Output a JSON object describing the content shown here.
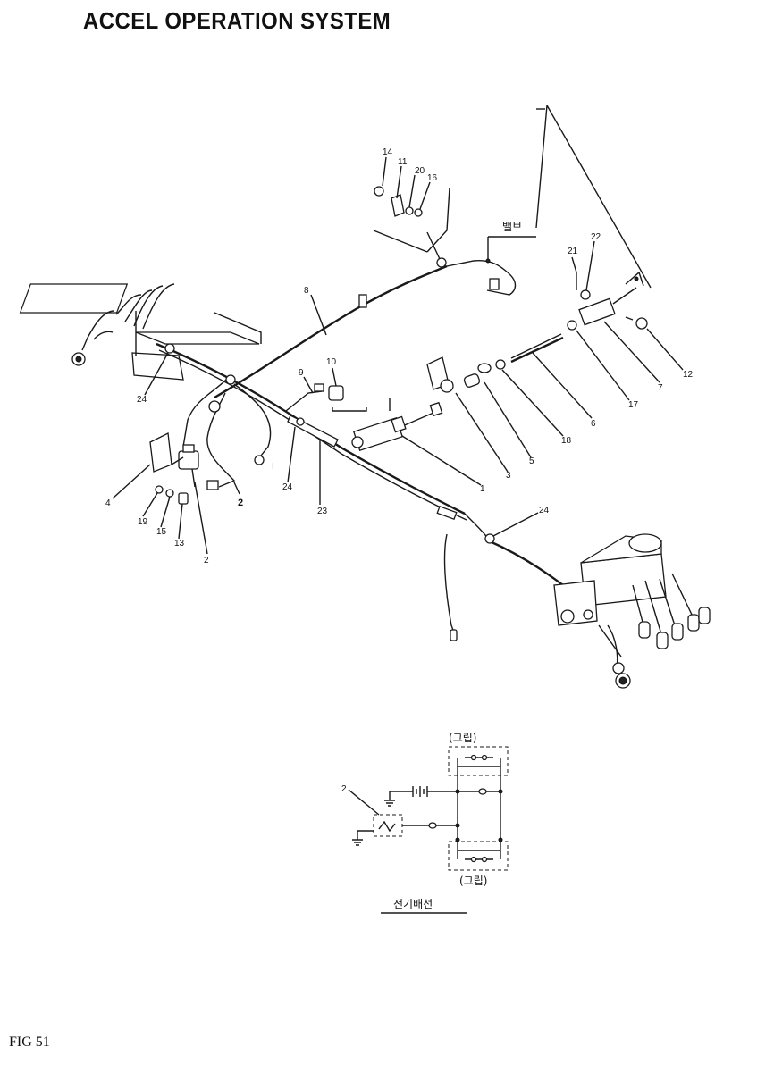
{
  "title": "ACCEL OPERATION SYSTEM",
  "figure_label": "FIG 51",
  "korean": {
    "valve": "밸브",
    "grip_top": "(그립)",
    "grip_bottom": "(그립)",
    "wiring_caption": "전기배선"
  },
  "callouts": {
    "c14": "14",
    "c11": "11",
    "c20": "20",
    "c16": "16",
    "c8": "8",
    "c21": "21",
    "c22": "22",
    "c12": "12",
    "c7": "7",
    "c17": "17",
    "c6": "6",
    "c18": "18",
    "c5": "5",
    "c3": "3",
    "c1": "1",
    "c10": "10",
    "c9": "9",
    "c24a": "24",
    "c24b": "24",
    "c24c": "24",
    "c23": "23",
    "c4": "4",
    "c19": "19",
    "c15": "15",
    "c13": "13",
    "c2a": "2",
    "c2b": "2",
    "c2c": "2",
    "cI": "I"
  }
}
